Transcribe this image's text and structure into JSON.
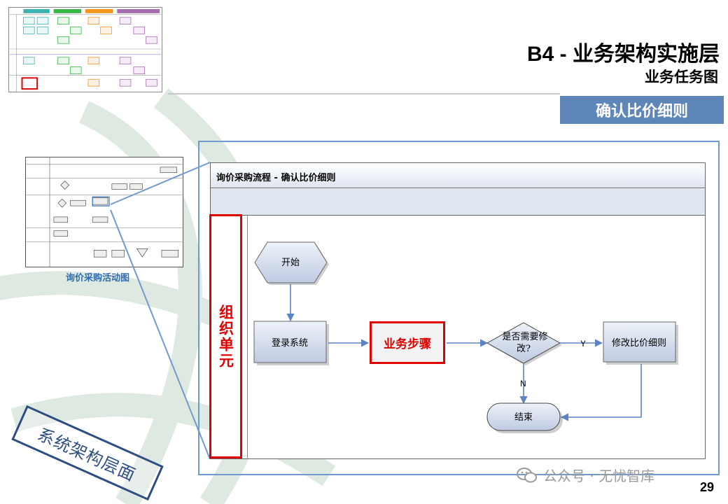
{
  "header": {
    "title": "B4 - 业务架构实施层",
    "subtitle": "业务任务图",
    "section_tag": "确认比价细则"
  },
  "mini_diagram": {
    "caption": "询价采购活动图"
  },
  "process": {
    "title": "询价采购流程 - 确认比价细则",
    "org_unit_label": "组织单元",
    "nodes": {
      "start": "开始",
      "login": "登录系统",
      "business_step": "业务步骤",
      "decision_line1": "是否需要修",
      "decision_line2": "改?",
      "modify": "修改比价细则",
      "end": "结束"
    },
    "edges": {
      "yes": "Y",
      "no": "N"
    }
  },
  "stamp": {
    "label": "系统架构层面"
  },
  "watermark": {
    "text": "公众号 · 无忧智库",
    "icon": "wechat-icon"
  },
  "page_number": "29",
  "colors": {
    "accent_blue": "#5f86b8",
    "highlight_red": "#e00000",
    "node_fill": "#c9d4e8",
    "stamp_blue": "#2d4e82"
  }
}
